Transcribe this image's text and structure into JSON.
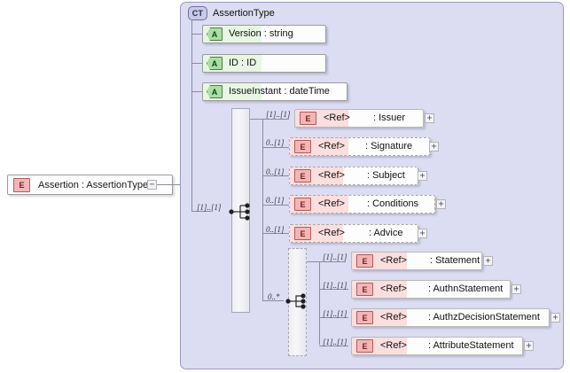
{
  "diagram": {
    "kind": "xml-schema-diagram",
    "root": {
      "icon": "E",
      "label": "Assertion : AssertionType",
      "toggle": "−"
    },
    "complex_type": {
      "icon": "CT",
      "name": "AssertionType"
    },
    "attributes": [
      {
        "icon": "A",
        "name": "Version",
        "sep": ":",
        "type": "string",
        "label": "Version  : string"
      },
      {
        "icon": "A",
        "name": "ID",
        "sep": ":",
        "type": "ID",
        "label": "ID          : ID"
      },
      {
        "icon": "A",
        "name": "IssueInstant",
        "sep": ":",
        "type": "dateTime",
        "label": "IssueInstant : dateTime"
      }
    ],
    "sequence": {
      "compositor": "sequence",
      "cardinality": "[1]..[1]",
      "children": [
        {
          "icon": "E",
          "ref": "<Ref>",
          "name": ": Issuer",
          "cardinality": "[1]..[1]",
          "optional": false,
          "toggle": "+"
        },
        {
          "icon": "E",
          "ref": "<Ref>",
          "name": ": Signature",
          "cardinality": "0..[1]",
          "optional": true,
          "toggle": "+"
        },
        {
          "icon": "E",
          "ref": "<Ref>",
          "name": ": Subject",
          "cardinality": "0..[1]",
          "optional": true,
          "toggle": "+"
        },
        {
          "icon": "E",
          "ref": "<Ref>",
          "name": ": Conditions",
          "cardinality": "0..[1]",
          "optional": true,
          "toggle": "+"
        },
        {
          "icon": "E",
          "ref": "<Ref>",
          "name": ": Advice",
          "cardinality": "0..[1]",
          "optional": true,
          "toggle": "+"
        }
      ]
    },
    "choice": {
      "compositor": "choice",
      "cardinality": "0..*",
      "children": [
        {
          "icon": "E",
          "ref": "<Ref>",
          "name": ": Statement",
          "cardinality": "[1]..[1]",
          "optional": false,
          "toggle": "+"
        },
        {
          "icon": "E",
          "ref": "<Ref>",
          "name": ": AuthnStatement",
          "cardinality": "[1]..[1]",
          "optional": false,
          "toggle": "+"
        },
        {
          "icon": "E",
          "ref": "<Ref>",
          "name": ": AuthzDecisionStatement",
          "cardinality": "[1]..[1]",
          "optional": false,
          "toggle": "+"
        },
        {
          "icon": "E",
          "ref": "<Ref>",
          "name": ": AttributeStatement",
          "cardinality": "[1]..[1]",
          "optional": false,
          "toggle": "+"
        }
      ]
    },
    "colors": {
      "container_fill": "#dcdcf2",
      "container_stroke": "#9a9ac4",
      "attribute_fill": "#e7f7e4",
      "attribute_badge": "#a9e0a2",
      "element_badge": "#f2b6b6",
      "line": "#8a8aa5"
    }
  }
}
